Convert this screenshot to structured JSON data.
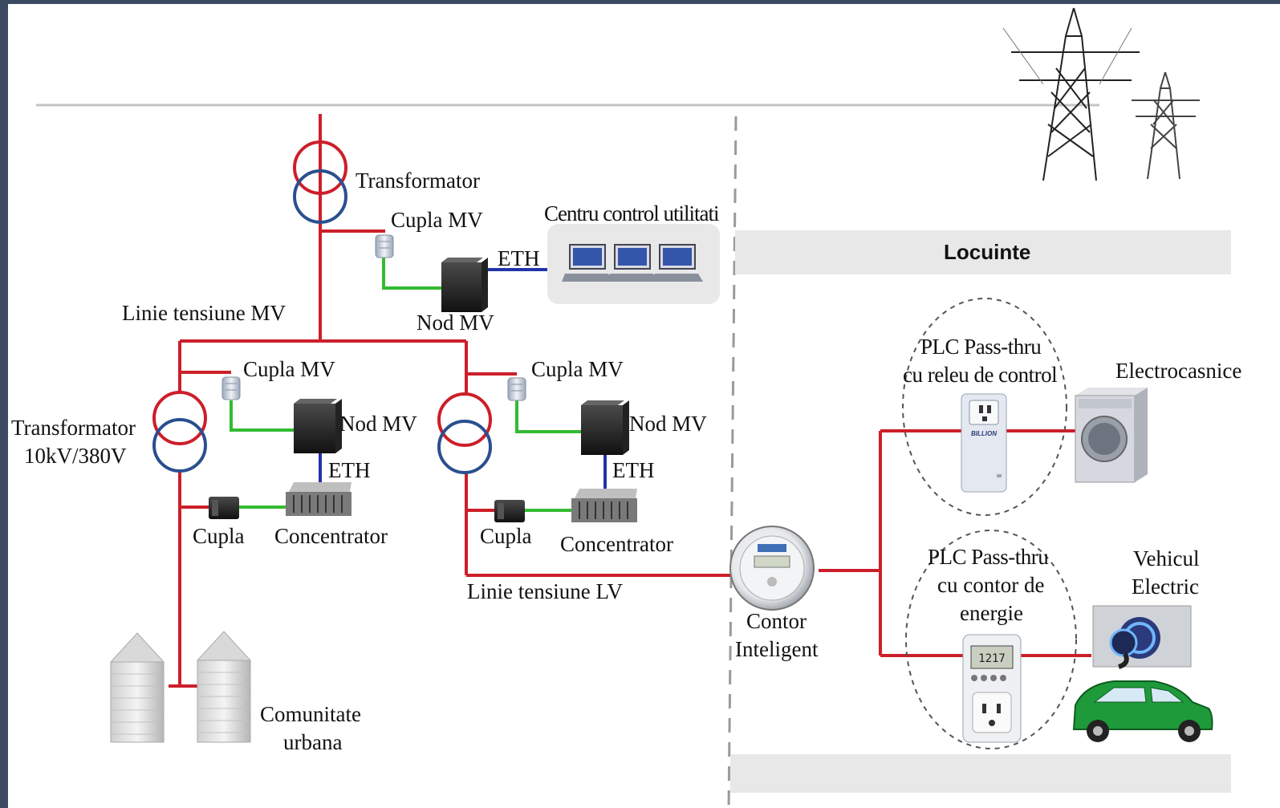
{
  "colors": {
    "power_line": "#cc1f2a",
    "eth_line": "#2233aa",
    "coupler_line": "#33bb33",
    "transformer_top": "#cc1f2a",
    "transformer_bottom": "#2a4f8f",
    "band": "#e8e8e8",
    "background_frame": "#3b4a62"
  },
  "labels": {
    "transformer_top": "Transformator",
    "coupler_mv_top": "Cupla MV",
    "control_center": "Centru control utilitati",
    "eth_top": "ETH",
    "node_mv_top": "Nod MV",
    "mv_line": "Linie tensiune MV",
    "coupler_mv_left": "Cupla MV",
    "coupler_mv_right": "Cupla MV",
    "transformer_left_l1": "Transformator",
    "transformer_left_l2": "10kV/380V",
    "node_mv_left": "Nod MV",
    "node_mv_right": "Nod MV",
    "eth_left": "ETH",
    "eth_right": "ETH",
    "coupler_left": "Cupla",
    "coupler_right": "Cupla",
    "concentrator_left": "Concentrator",
    "concentrator_right": "Concentrator",
    "lv_line": "Linie tensiune LV",
    "urban_l1": "Comunitate",
    "urban_l2": "urbana",
    "homes": "Locuinte",
    "plc_relay_l1": "PLC Pass-thru",
    "plc_relay_l2": "cu releu de control",
    "appliances": "Electrocasnice",
    "plc_meter_l1": "PLC Pass-thru",
    "plc_meter_l2": "cu contor de",
    "plc_meter_l3": "energie",
    "ev_l1": "Vehicul",
    "ev_l2": "Electric",
    "smart_meter_l1": "Contor",
    "smart_meter_l2": "Inteligent",
    "relay_brand": "BILLION",
    "meter_display": "1217"
  },
  "icons": [
    "transmission-tower-icon",
    "computer-icon",
    "coupler-icon",
    "mv-node-icon",
    "concentrator-icon",
    "building-icon",
    "smart-meter-icon",
    "plc-relay-device-icon",
    "plc-energy-meter-icon",
    "washing-machine-icon",
    "ev-charging-port-icon",
    "car-icon"
  ]
}
